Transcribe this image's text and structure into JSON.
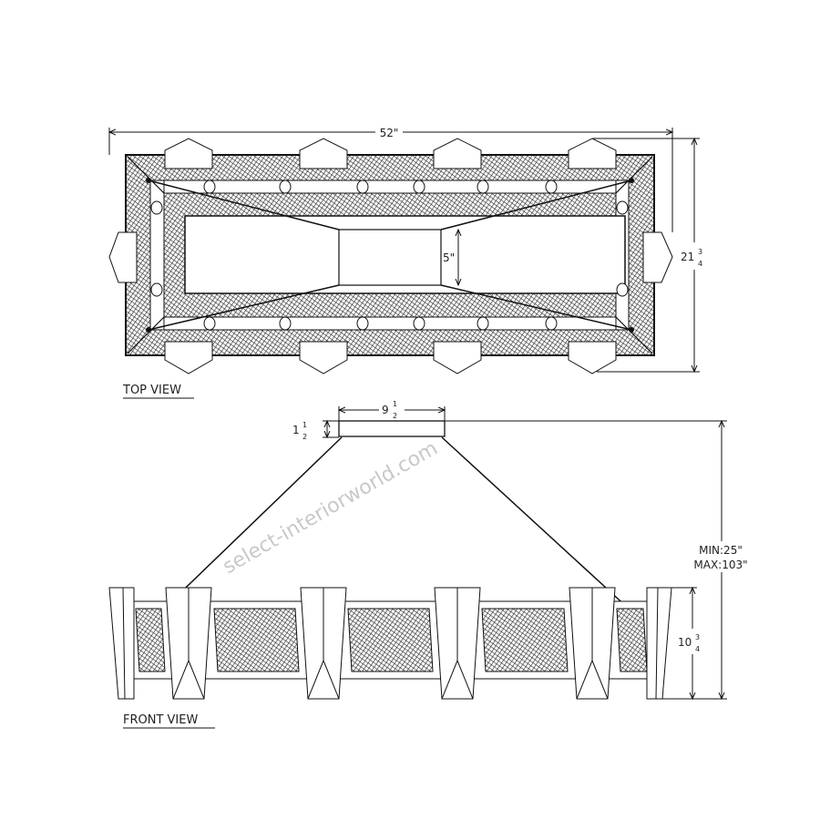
{
  "views": {
    "top_view_label": "TOP VIEW",
    "front_view_label": "FRONT VIEW"
  },
  "dimensions": {
    "overall_length": "52\"",
    "overall_width_whole": "21",
    "overall_width_fraction_num": "3",
    "overall_width_fraction_den": "4",
    "center_box": "5\"",
    "canopy_width_whole": "9",
    "canopy_width_fraction_num": "1",
    "canopy_width_fraction_den": "2",
    "canopy_height_whole": "1",
    "canopy_height_fraction_num": "1",
    "canopy_height_fraction_den": "2",
    "overall_height_min": "MIN:25\"",
    "overall_height_max": "MAX:103\"",
    "body_height_whole": "10",
    "body_height_fraction_num": "3",
    "body_height_fraction_den": "4"
  },
  "watermark": "select-interiorworld.com",
  "colors": {
    "line": "#111111",
    "mesh": "#555555"
  }
}
